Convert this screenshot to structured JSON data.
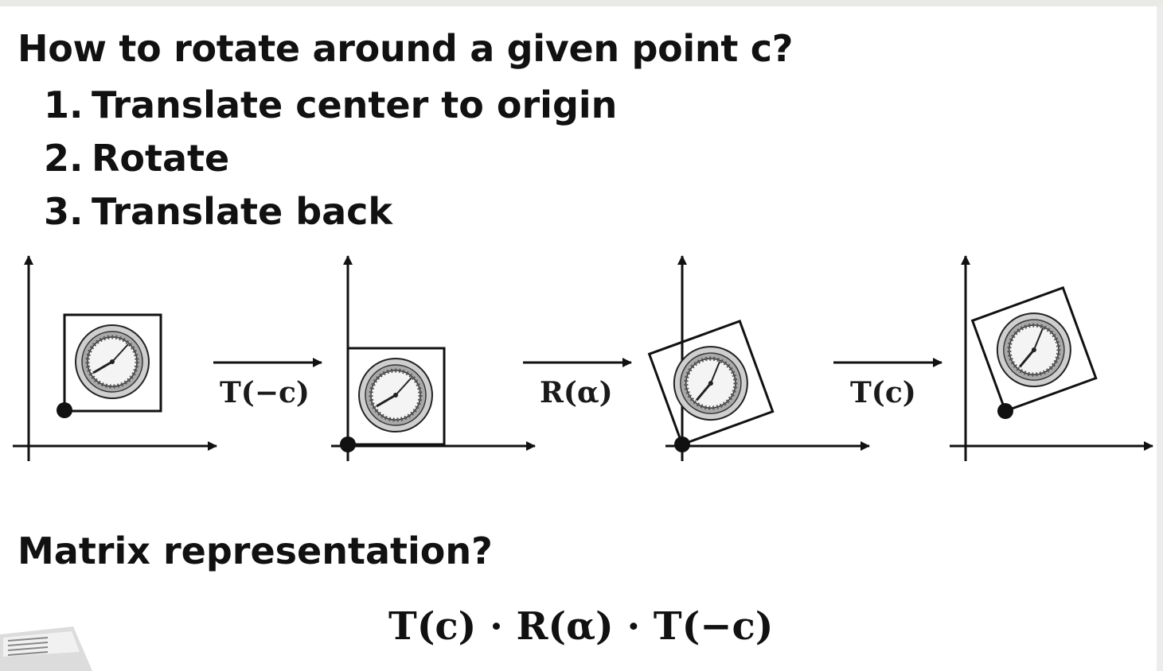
{
  "slide": {
    "title": "How to rotate around a given point c?",
    "steps": [
      {
        "num": "1.",
        "text": "Translate center to origin"
      },
      {
        "num": "2.",
        "text": "Rotate"
      },
      {
        "num": "3.",
        "text": "Translate back"
      }
    ],
    "operations": [
      "T(−c)",
      "R(α)",
      "T(c)"
    ],
    "subtitle": "Matrix representation?",
    "formula": "T(c) · R(α) · T(−c)"
  },
  "colors": {
    "ink": "#111111",
    "background": "#ffffff",
    "frame": "#e9e9e6"
  },
  "icons": [
    "clock-icon",
    "right-arrow-icon",
    "axis-arrow-icon",
    "video-thumbnail"
  ]
}
